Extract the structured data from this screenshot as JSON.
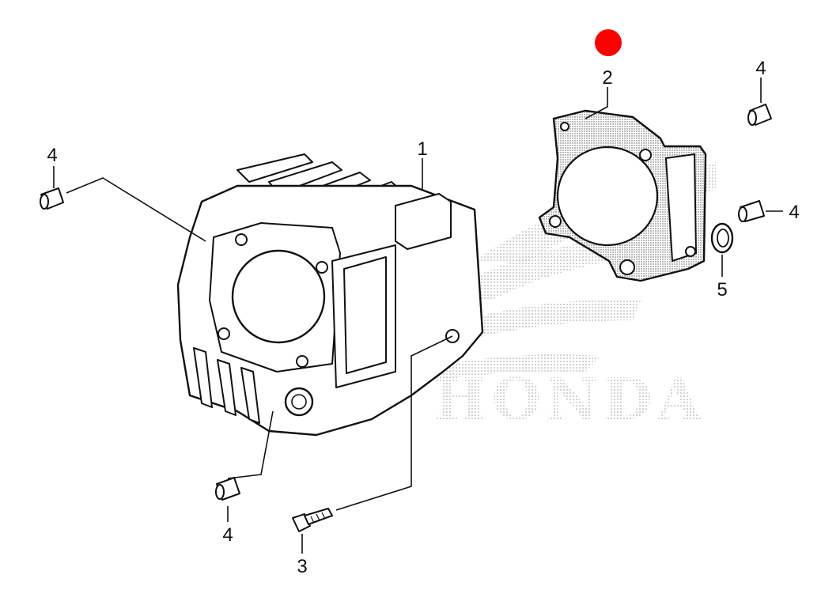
{
  "diagram": {
    "watermark": {
      "text": "HONDA"
    },
    "marker": {
      "color": "#ff0000"
    },
    "callouts": [
      {
        "id": "c1",
        "label": "1"
      },
      {
        "id": "c2",
        "label": "2"
      },
      {
        "id": "c3",
        "label": "3"
      },
      {
        "id": "c4a",
        "label": "4"
      },
      {
        "id": "c4b",
        "label": "4"
      },
      {
        "id": "c4c",
        "label": "4"
      },
      {
        "id": "c4d",
        "label": "4"
      },
      {
        "id": "c5",
        "label": "5"
      }
    ]
  }
}
